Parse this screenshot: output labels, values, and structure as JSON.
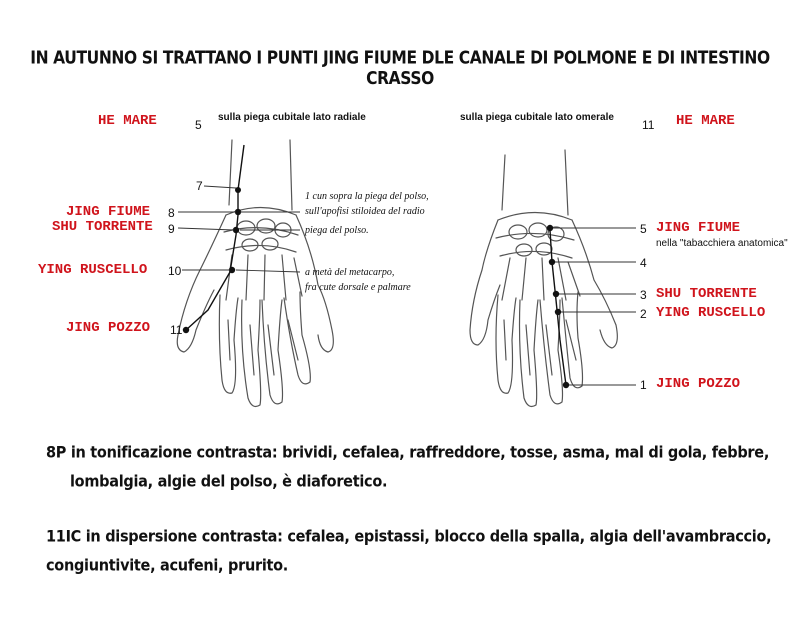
{
  "title": "IN AUTUNNO SI TRATTANO I PUNTI JING FIUME DLE CANALE DI POLMONE E DI INTESTINO CRASSO",
  "left": {
    "he_label": "HE MARE",
    "he_num": "5",
    "cubital_note": "sulla piega cubitale lato radiale",
    "num_7": "7",
    "points": [
      {
        "label": "JING FIUME",
        "num": "8"
      },
      {
        "label": "SHU TORRENTE",
        "num": "9"
      },
      {
        "label": "YING RUSCELLO",
        "num": "10"
      },
      {
        "label": "JING POZZO",
        "num": "11"
      }
    ],
    "note_1": "1 cun sopra la piega del polso,",
    "note_2": "sull'apofisi stiloidea del radio",
    "note_3": "piega del polso.",
    "note_4": "a metà del metacarpo,",
    "note_5": "fra cute dorsale e palmare"
  },
  "right": {
    "cubital_note": "sulla piega cubitale lato omerale",
    "he_num": "11",
    "he_label": "HE MARE",
    "jing_fiume_num": "5",
    "jing_fiume_label": "JING FIUME",
    "jing_fiume_note": "nella \"tabacchiera anatomica\"",
    "num_4": "4",
    "shu_num": "3",
    "shu_label": "SHU TORRENTE",
    "ying_num": "2",
    "ying_label": "YING RUSCELLO",
    "pozzo_num": "1",
    "pozzo_label": "JING POZZO"
  },
  "desc_8p_line1": "8P in tonificazione contrasta: brividi, cefalea, raffreddore, tosse, asma, mal di gola, febbre,",
  "desc_8p_line2": "lombalgia, algie del polso, è diaforetico.",
  "desc_11ic_line1": "11IC in dispersione contrasta: cefalea, epistassi, blocco della spalla, algia dell'avambraccio,",
  "desc_11ic_line2": "congiuntivite, acufeni, prurito."
}
